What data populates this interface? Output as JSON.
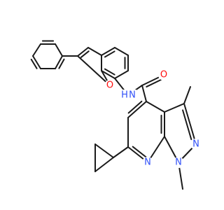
{
  "molecule": {
    "atoms": {
      "O_furan": {
        "symbol": "O",
        "color": "#ff0d0d"
      },
      "NH": {
        "symbol": "N",
        "h": "H",
        "color": "#3050f8"
      },
      "O_carbonyl": {
        "symbol": "O",
        "color": "#ff0d0d"
      },
      "N_pyrazole_2": {
        "symbol": "N",
        "color": "#3050f8"
      },
      "N_pyrazole_1": {
        "symbol": "N",
        "color": "#3050f8"
      },
      "N_pyridine": {
        "symbol": "N",
        "color": "#3050f8"
      }
    },
    "bond_color": "#1a1a1a",
    "background": "#ffffff"
  }
}
